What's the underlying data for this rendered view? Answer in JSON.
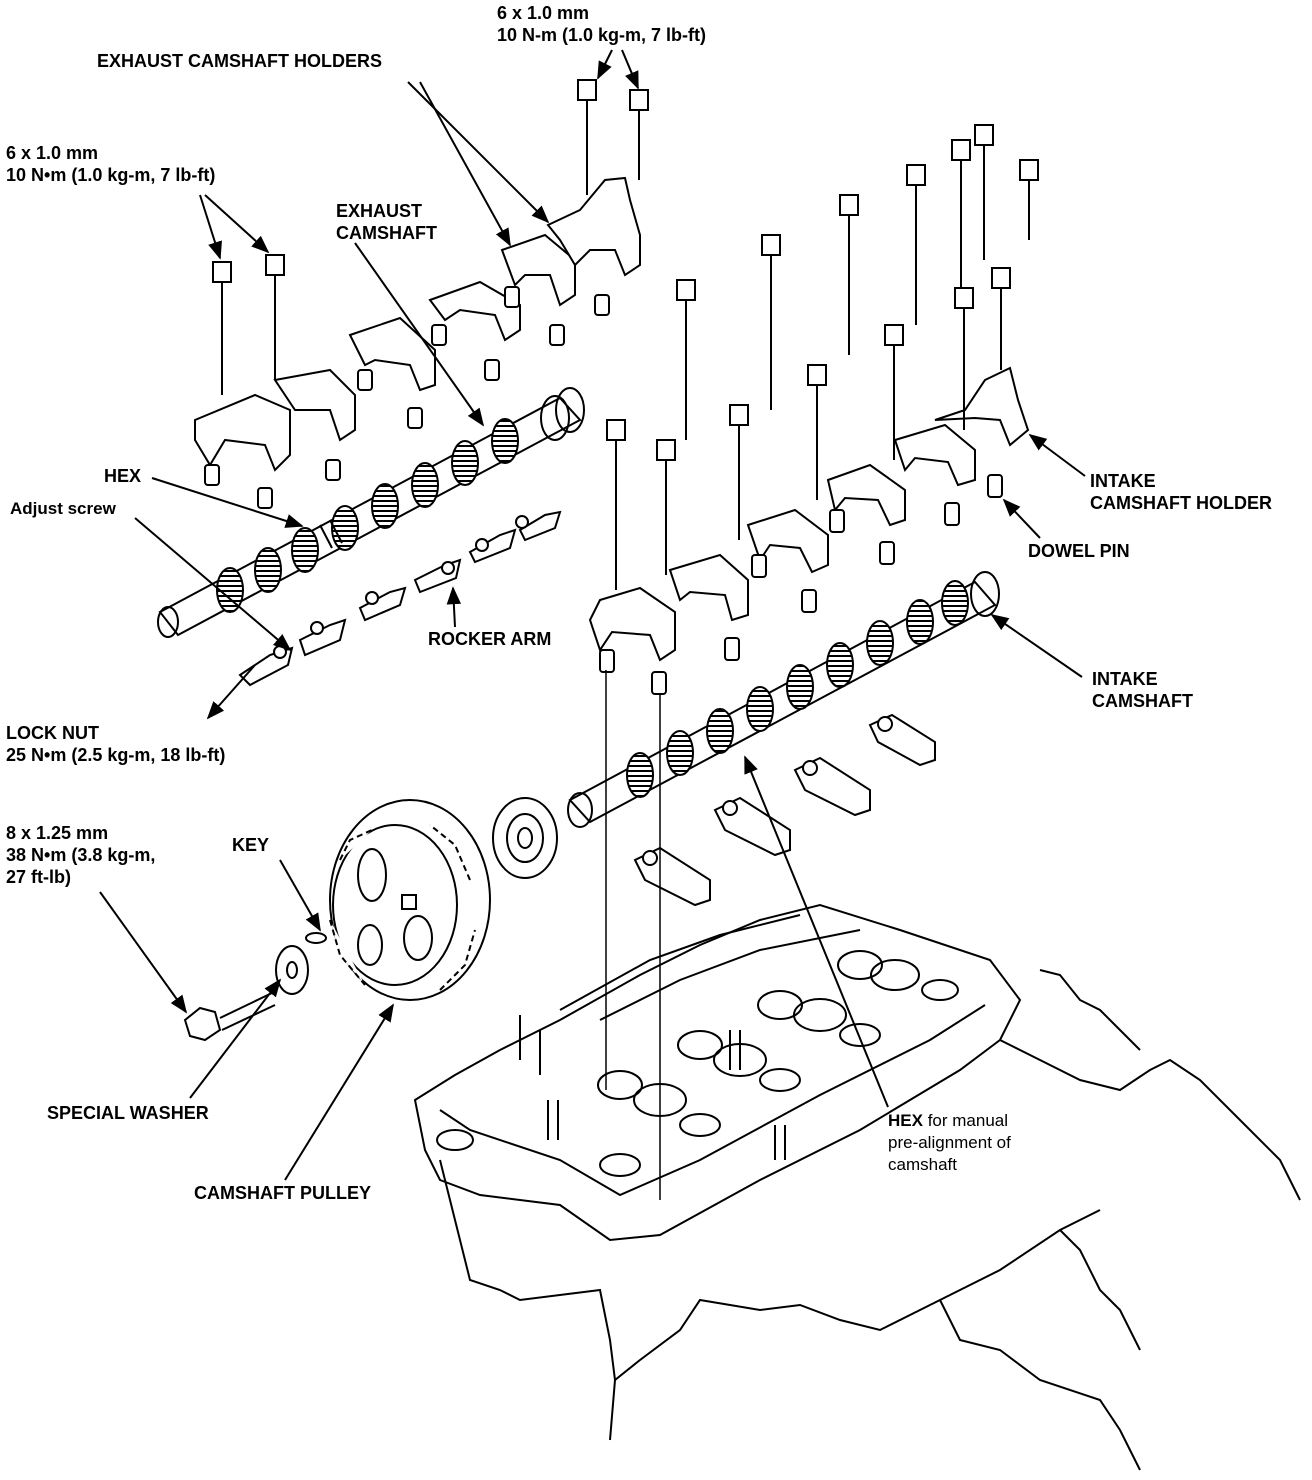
{
  "labels": {
    "bolt_exhaust_holders_top": {
      "size": "6 x 1.0 mm",
      "torque": "10 N-m (1.0 kg-m, 7 lb-ft)"
    },
    "exhaust_camshaft_holders": "EXHAUST CAMSHAFT HOLDERS",
    "bolt_exhaust_holders_left": {
      "size": "6 x 1.0 mm",
      "torque": "10 N•m (1.0 kg-m, 7 lb-ft)"
    },
    "exhaust_camshaft": [
      "EXHAUST",
      "CAMSHAFT"
    ],
    "hex": "HEX",
    "adjust_screw": "Adjust screw",
    "rocker_arm": "ROCKER ARM",
    "lock_nut": {
      "name": "LOCK NUT",
      "torque": "25 N•m (2.5 kg-m, 18 lb-ft)"
    },
    "pulley_bolt": {
      "size": "8 x 1.25 mm",
      "torque_1": "38 N•m (3.8 kg-m,",
      "torque_2": "27 ft-lb)"
    },
    "key": "KEY",
    "special_washer": "SPECIAL WASHER",
    "camshaft_pulley": "CAMSHAFT PULLEY",
    "intake_camshaft_holder": [
      "INTAKE",
      "CAMSHAFT HOLDER"
    ],
    "dowel_pin": "DOWEL PIN",
    "intake_camshaft": [
      "INTAKE",
      "CAMSHAFT"
    ],
    "hex_prealign": {
      "bold": "HEX",
      "rest_1": " for manual",
      "rest_2": "pre-alignment of",
      "rest_3": "camshaft"
    }
  }
}
